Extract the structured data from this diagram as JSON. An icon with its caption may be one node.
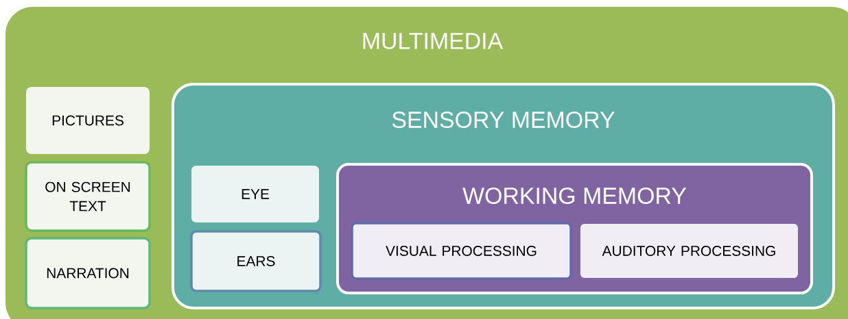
{
  "diagram": {
    "nodes": [
      {
        "text": [
          "MULTIMEDIA"
        ]
      },
      {
        "text": [
          "PICTURES"
        ],
        "in": 0
      },
      {
        "text": [
          "ON SCREEN TEXT"
        ],
        "in": 0
      },
      {
        "text": [
          "NARRATION"
        ],
        "in": 0
      },
      {
        "text": [
          "SENSORY MEMORY"
        ],
        "in": 0
      },
      {
        "text": [
          "EYE"
        ],
        "in": 4
      },
      {
        "text": [
          "EARS"
        ],
        "in": 4
      },
      {
        "text": [
          "WORKING MEMORY"
        ],
        "in": 4
      },
      {
        "text": [
          "VISUAL PROCESSING"
        ],
        "in": 7
      },
      {
        "text": [
          "AUDITORY PROCESSING"
        ],
        "in": 7
      }
    ]
  }
}
